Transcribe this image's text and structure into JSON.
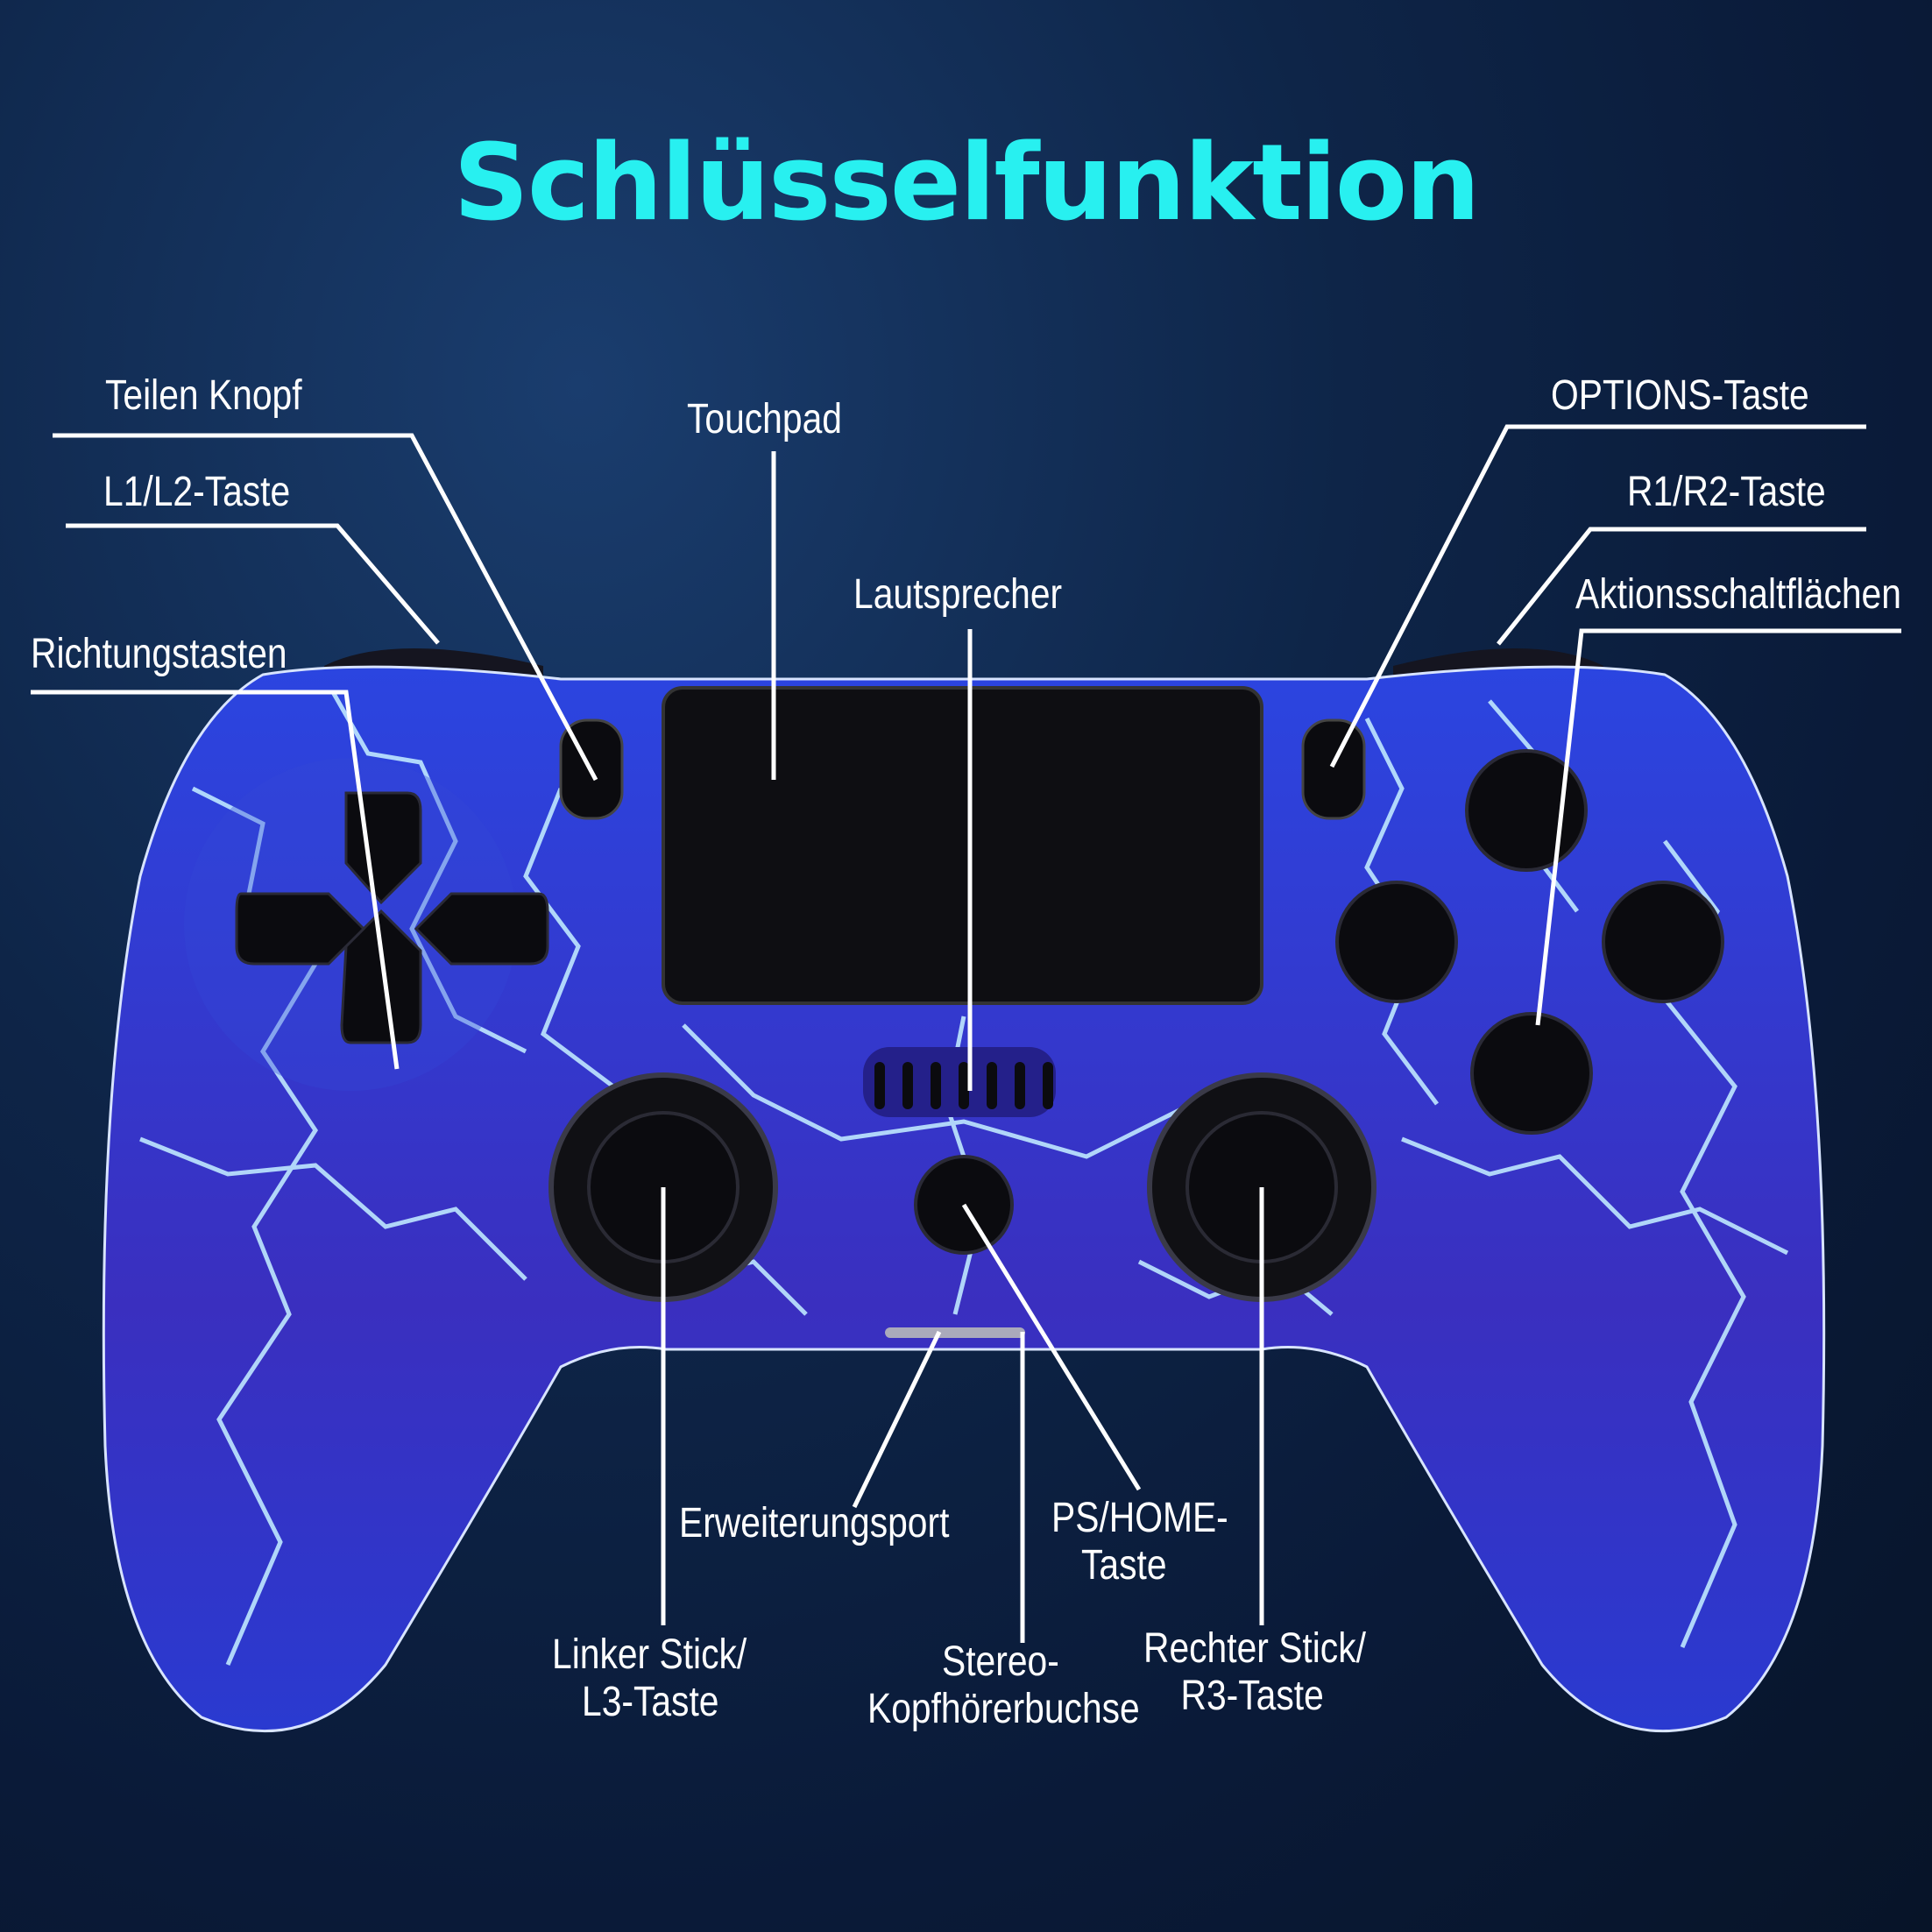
{
  "title": "Schlüsselfunktion",
  "labels": {
    "share_button": "Teilen Knopf",
    "l1_l2": "L1/L2-Taste",
    "dpad": "Richtungstasten",
    "touchpad": "Touchpad",
    "speaker": "Lautsprecher",
    "options": "OPTIONS-Taste",
    "r1_r2": "R1/R2-Taste",
    "action_buttons": "Aktionsschaltflächen",
    "extension_port": "Erweiterungsport",
    "ps_home_line1": "PS/HOME-",
    "ps_home_line2": "Taste",
    "left_stick_line1": "Linker Stick/",
    "left_stick_line2": "L3-Taste",
    "headphone_line1": "Stereo-",
    "headphone_line2": "Kopfhörerbuchse",
    "right_stick_line1": "Rechter Stick/",
    "right_stick_line2": "R3-Taste"
  },
  "colors": {
    "title": "#28f0f0",
    "controller_body": "#2a3fd6",
    "lightning": "#bfe8ff",
    "buttons": "#0b0b0f"
  }
}
